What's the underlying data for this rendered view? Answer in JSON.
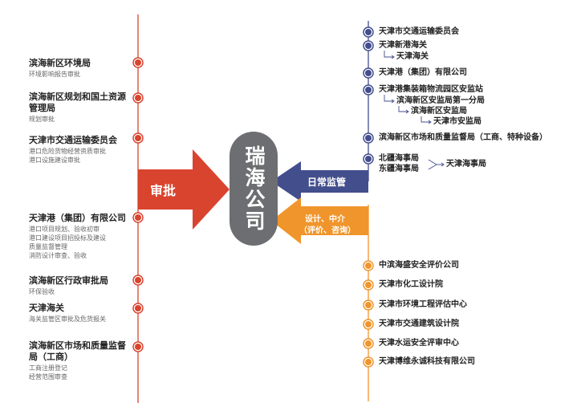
{
  "center": {
    "title": "瑞海公司"
  },
  "arrows": {
    "approval": {
      "label": "审批",
      "color": "#d9442f"
    },
    "supervision": {
      "label": "日常监管",
      "color": "#434e8d"
    },
    "design": {
      "label_line1": "设计、中介",
      "label_line2": "（评价、咨询）",
      "color": "#f0952b"
    }
  },
  "left_nodes": [
    {
      "title": "滨海新区环境局",
      "subs": [
        "环境影响报告审批"
      ]
    },
    {
      "title": "滨海新区规划和国土资源管理局",
      "subs": [
        "规划审批"
      ]
    },
    {
      "title": "天津市交通运输委员会",
      "subs": [
        "港口危险货物经营资质审批",
        "港口设施建设审批"
      ]
    },
    {
      "title": "天津港（集团）有限公司",
      "subs": [
        "港口项目规划、验收初审",
        "港口建设项目招投标及建设",
        "质量监督管理",
        "消防设计审查、验收"
      ]
    },
    {
      "title": "滨海新区行政审批局",
      "subs": [
        "环保验收"
      ]
    },
    {
      "title": "天津海关",
      "subs": [
        "海关监管区审批及危货报关"
      ]
    },
    {
      "title": "滨海新区市场和质量监督局（工商）",
      "subs": [
        "工商注册登记",
        "经营范围审查"
      ]
    }
  ],
  "right_supervision": {
    "n1": "天津市交通运输委员会",
    "n2": "天津新港海关",
    "n2_sub": "天津海关",
    "n3": "天津港（集团）有限公司",
    "n4": "天津港集装箱物流园区安监站",
    "n4_sub1": "滨海新区安监局第一分局",
    "n4_sub2": "滨海新区安监局",
    "n4_sub3": "天津市安监局",
    "n5": "滨海新区市场和质量监督局（工商、特种设备）",
    "n6a": "北疆海事局",
    "n6b": "东疆海事局",
    "n6_target": "天津海事局"
  },
  "right_design": [
    "中滨海盛安全评价公司",
    "天津市化工设计院",
    "天津市环境工程评估中心",
    "天津市交通建筑设计院",
    "天津水运安全评审中心",
    "天津博维永诚科技有限公司"
  ],
  "colors": {
    "left_line": "#d9442f",
    "blue_line": "#434e8d",
    "orange_line": "#f0952b",
    "pill": "#6d6e71"
  }
}
